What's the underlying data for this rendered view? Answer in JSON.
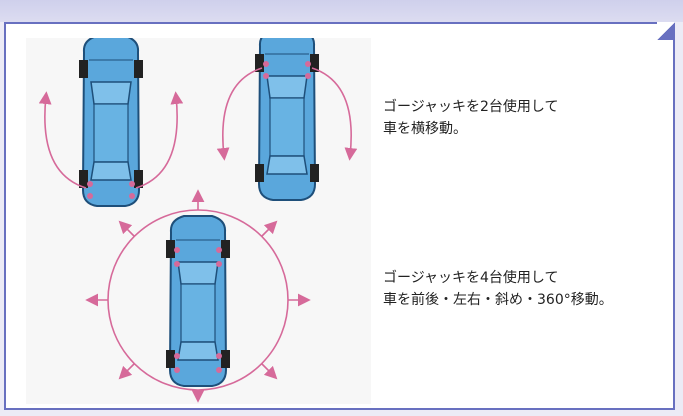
{
  "captions": [
    {
      "line1": "ゴージャッキを2台使用して",
      "line2": "車を横移動。"
    },
    {
      "line1": "ゴージャッキを4台使用して",
      "line2": "車を前後・左右・斜め・360°移動。"
    }
  ],
  "colors": {
    "panel_border": "#6870c0",
    "car_body": "#5aa7dc",
    "arrow": "#d66a9a",
    "jack": "#222222"
  },
  "icons": [
    "car-top-view",
    "jack-wheel",
    "rotation-arrow"
  ]
}
